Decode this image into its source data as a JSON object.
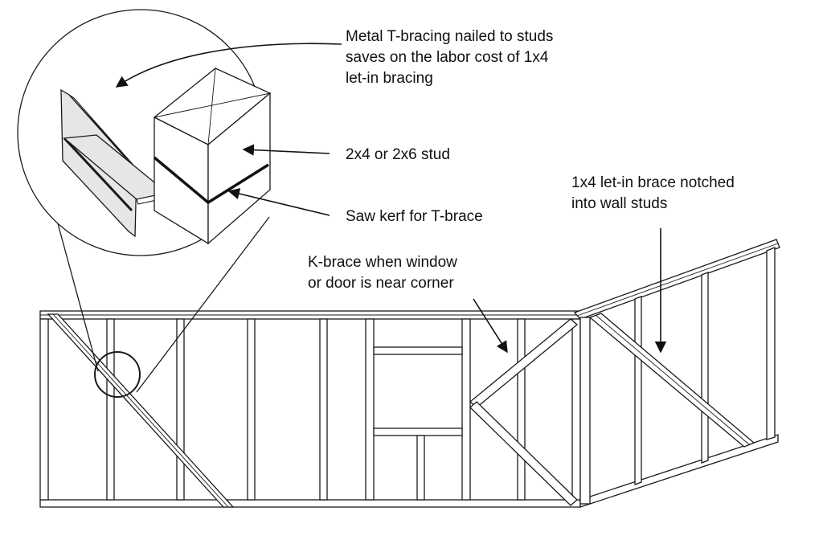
{
  "labels": {
    "metal_tbrace_line1": "Metal T-bracing nailed to studs",
    "metal_tbrace_line2": "saves on the labor cost of 1x4",
    "metal_tbrace_line3": "let-in bracing",
    "stud": "2x4 or 2x6 stud",
    "saw_kerf": "Saw kerf for T-brace",
    "let_in_line1": "1x4 let-in brace notched",
    "let_in_line2": "into wall studs",
    "k_brace_line1": "K-brace when window",
    "k_brace_line2": "or door is near corner"
  },
  "colors": {
    "line": "#1a1a1a",
    "tbrace_fill": "#e6e6e6",
    "background": "#ffffff"
  }
}
